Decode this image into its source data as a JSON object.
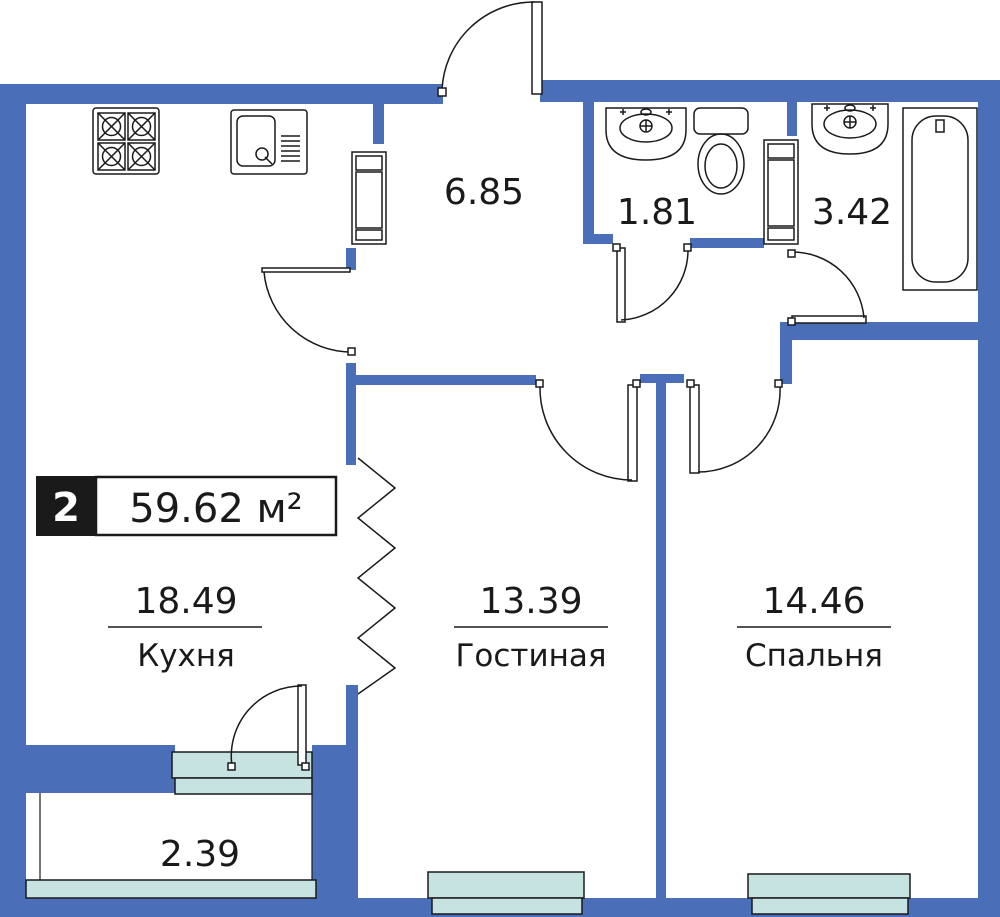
{
  "summary": {
    "rooms_count": "2",
    "total_area": "59.62 м²"
  },
  "rooms": {
    "hall": {
      "area": "6.85"
    },
    "bath_small": {
      "area": "1.81"
    },
    "bath_large": {
      "area": "3.42"
    },
    "kitchen": {
      "area": "18.49",
      "name": "Кухня"
    },
    "living": {
      "area": "13.39",
      "name": "Гостиная"
    },
    "bedroom": {
      "area": "14.46",
      "name": "Спальня"
    },
    "balcony": {
      "area": "2.39"
    }
  },
  "colors": {
    "wall": "#4a6fb8",
    "window": "#c7e3e1",
    "badge": "#1a1a1a",
    "line": "#1a1a1a"
  }
}
